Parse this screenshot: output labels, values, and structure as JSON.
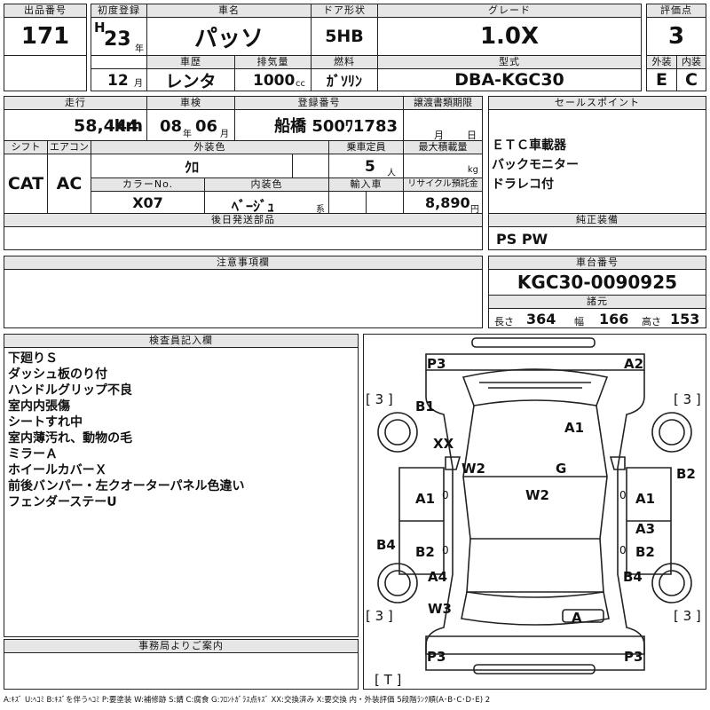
{
  "header": {
    "lot_label": "出品番号",
    "lot_no": "171",
    "reg_label": "初度登録",
    "era": "H",
    "reg_year": "23",
    "year_unit": "年",
    "reg_month": "12",
    "month_unit": "月",
    "name_label": "車名",
    "car_name": "パッソ",
    "door_label": "ドア形状",
    "door": "5HB",
    "grade_label": "グレード",
    "grade": "1.0X",
    "score_label": "評価点",
    "score": "3",
    "history_label": "車歴",
    "history": "レンタ",
    "disp_label": "排気量",
    "displacement": "1000",
    "disp_unit": "cc",
    "fuel_label": "燃料",
    "fuel": "ｶﾞｿﾘﾝ",
    "model_label": "型式",
    "model": "DBA-KGC30",
    "ext_label": "外装",
    "int_label": "内装",
    "ext_grade": "E",
    "int_grade": "C"
  },
  "row2": {
    "mileage_label": "走行",
    "mileage": "58,444",
    "mileage_unit": "km",
    "inspection_label": "車検",
    "insp_year": "08",
    "insp_year_unit": "年",
    "insp_month": "06",
    "insp_month_unit": "月",
    "plate_label": "登録番号",
    "plate": "船橋 500ﾜ1783",
    "transfer_label": "譲渡書類期限",
    "transfer_month": "月",
    "transfer_day": "日",
    "shift_label": "シフト",
    "shift": "CAT",
    "ac_label": "エアコン",
    "ac": "AC",
    "color_label": "外装色",
    "color": "ｸﾛ",
    "capacity_label": "乗車定員",
    "capacity": "5",
    "capacity_unit": "人",
    "load_label": "最大積載量",
    "load_unit": "kg",
    "colorno_label": "カラーNo.",
    "color_no": "X07",
    "interior_label": "内装色",
    "interior": "ﾍﾞｰｼﾞｭ",
    "interior_unit": "系",
    "import_label": "輸入車",
    "recycle_label": "リサイクル預託金",
    "recycle": "8,890",
    "recycle_unit": "円",
    "later_label": "後日発送部品"
  },
  "sales": {
    "label": "セールスポイント",
    "items": [
      "ＥＴＣ車載器",
      "バックモニター",
      "ドラレコ付"
    ]
  },
  "equipment": {
    "label": "純正装備",
    "value": "PS PW"
  },
  "caution": {
    "label": "注意事項欄"
  },
  "chassis": {
    "label": "車台番号",
    "value": "KGC30-0090925",
    "dims_label": "諸元",
    "length_label": "長さ",
    "length": "364",
    "width_label": "幅",
    "width": "166",
    "height_label": "高さ",
    "height": "153"
  },
  "inspector": {
    "label": "検査員記入欄",
    "notes": [
      "下廻りＳ",
      "ダッシュ板のり付",
      "ハンドルグリップ不良",
      "室内内張傷",
      "シートすれ中",
      "室内薄汚れ、動物の毛",
      "ミラーＡ",
      "ホイールカバーＸ",
      "前後バンパー・左クオーターパネル色違い",
      "フェンダーステーU"
    ]
  },
  "office": {
    "label": "事務局よりご案内"
  },
  "diagram": {
    "marks": {
      "fl_corner": "P3",
      "fr_corner": "A2",
      "tire_fl": "[ 3 ]",
      "tire_fr": "[ 3 ]",
      "tire_rl": "[ 3 ]",
      "tire_rr": "[ 3 ]",
      "b1": "B1",
      "xx": "XX",
      "a1_hood": "A1",
      "w2_left": "W2",
      "g": "G",
      "b2_right": "B2",
      "a1_left": "A1",
      "w2_center": "W2",
      "a1_right": "A1",
      "a3": "A3",
      "b4_left": "B4",
      "b2_left": "B2",
      "b2_rr": "B2",
      "a4": "A4",
      "b4_right": "B4",
      "w3": "W3",
      "a_rear": "A",
      "rl_corner": "P3",
      "rr_corner": "P3",
      "spare": "[ T ]",
      "zero1": "0",
      "zero2": "0",
      "zero3": "0",
      "zero4": "0"
    }
  },
  "legend": "A:ｷｽﾞ U:ﾍｺﾐ B:ｷｽﾞを伴うﾍｺﾐ P:要塗装 W:補修跡 S:錆 C:腐食 G:ﾌﾛﾝﾄｶﾞﾗｽ点ｷｽﾞ XX:交換済み X:要交換 内・外装評価 5段階ﾗﾝｸ順(A･B･C･D･E) 2"
}
